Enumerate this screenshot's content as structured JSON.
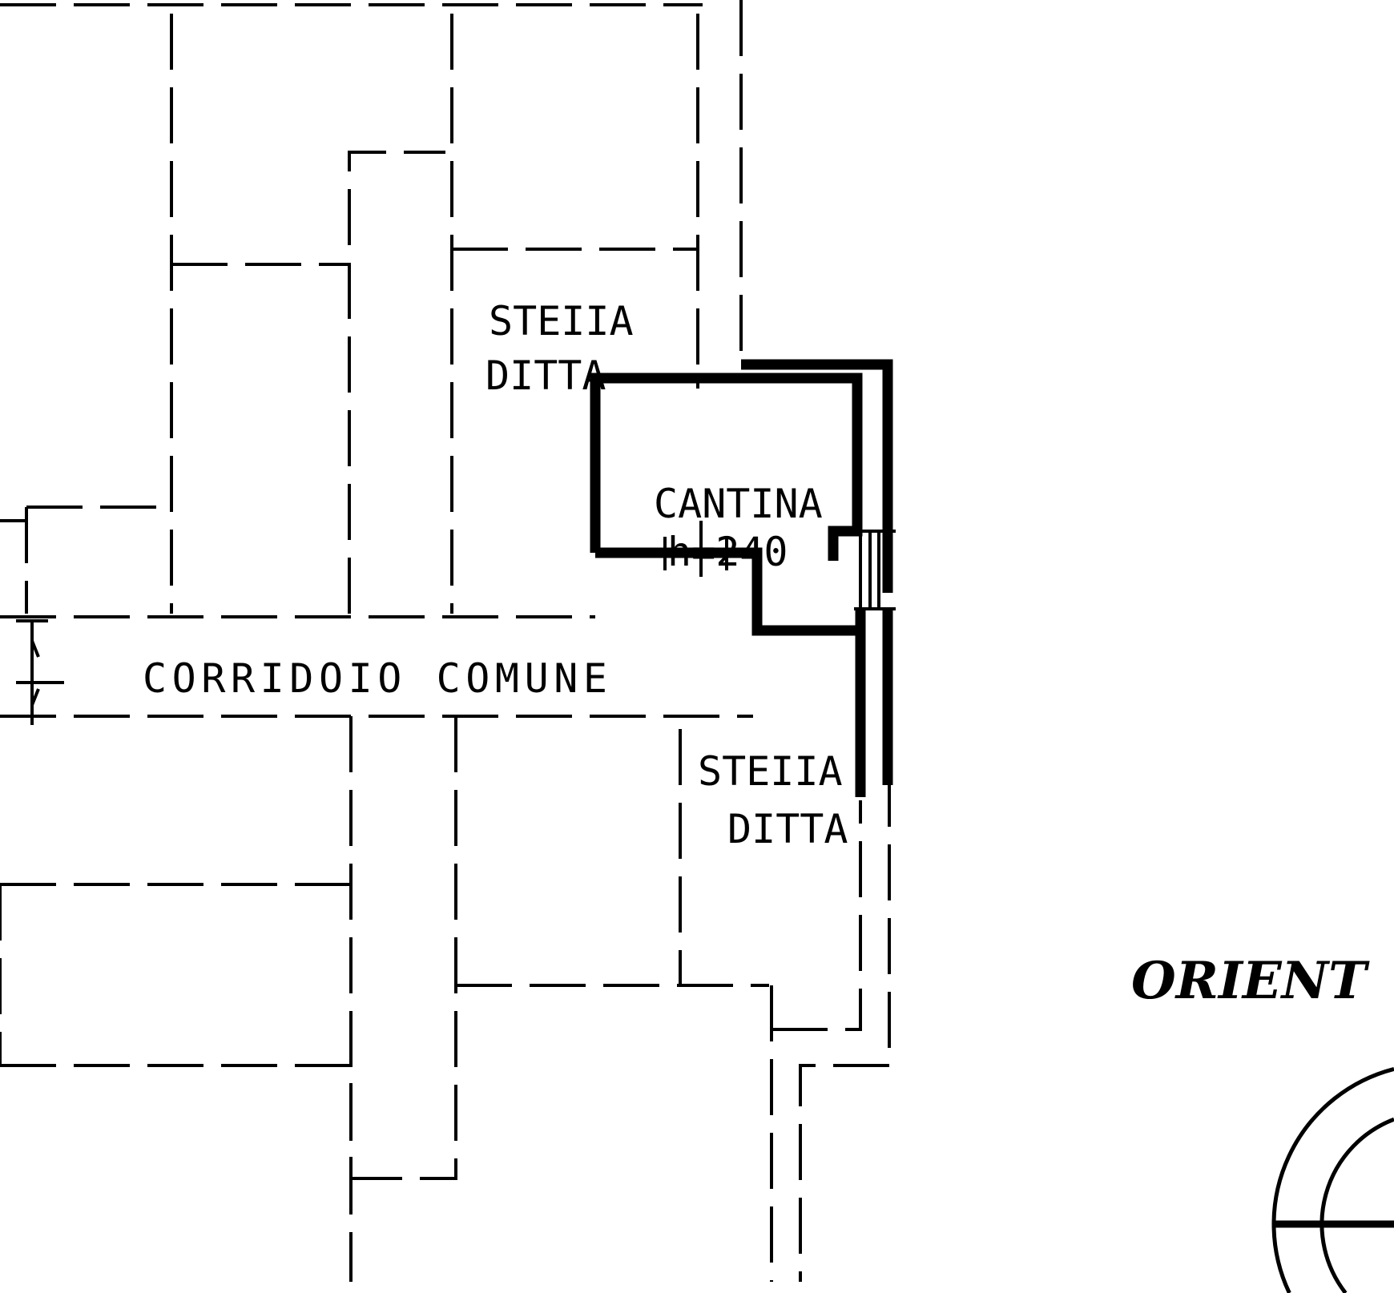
{
  "plan": {
    "labels": {
      "room_upper": [
        "STEIIA",
        "DITTA"
      ],
      "cellar": "CANTINA",
      "cellar_height": "h=240",
      "corridor": "CORRIDOIO COMUNE",
      "room_lower": [
        "STEIIA",
        "DITTA"
      ]
    },
    "orientation_label": "ORIENT"
  }
}
